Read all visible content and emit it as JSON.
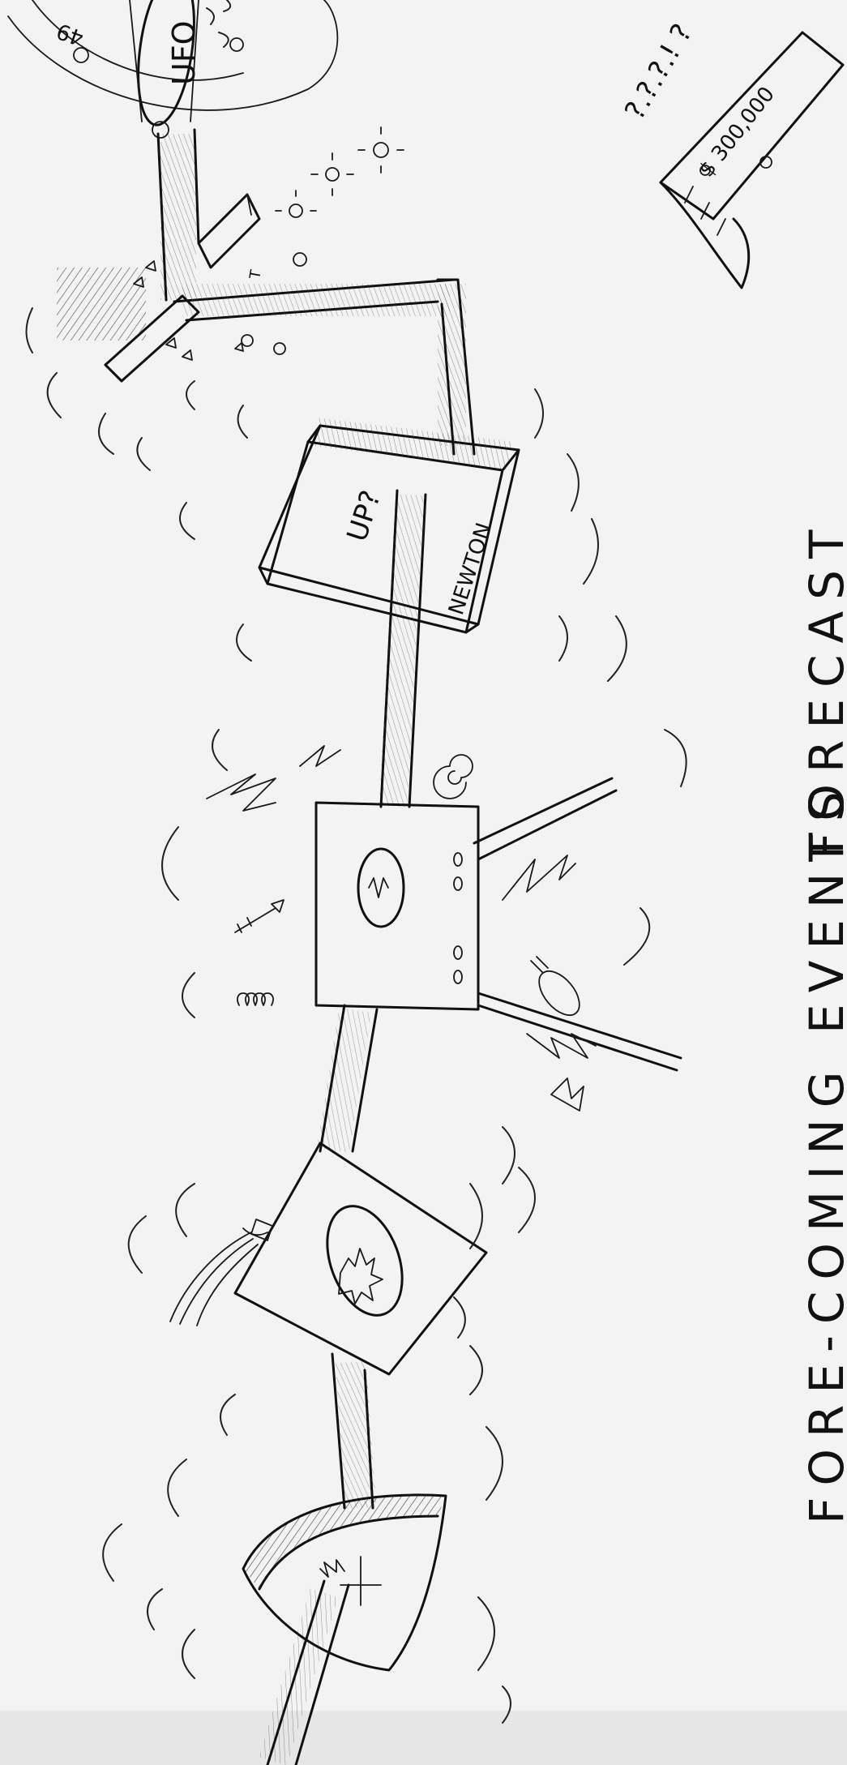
{
  "caption": {
    "line1": "FORE-COMING  EVENTS",
    "line2": "FORECAST"
  },
  "labels": {
    "ufo": "UFO",
    "top_left_number": "49",
    "up_question": "UP?",
    "newton": "NEWTON",
    "price": "$ 300,000",
    "question_marks": "?.?.?.!  ?",
    "small_t": "T"
  },
  "colors": {
    "paper": "#f3f3f3",
    "ink": "#111111"
  }
}
